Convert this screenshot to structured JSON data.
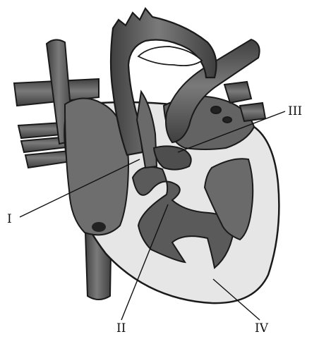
{
  "labels": {
    "i": "I",
    "ii": "II",
    "iii": "III",
    "iv": "IV"
  },
  "colors": {
    "vessel": "#5e5e5e",
    "vessel_dark": "#3a3a3a",
    "chamber_interior": "#8a8a8a",
    "pericardium": "#e6e6e6",
    "outline": "#1a1a1a"
  }
}
